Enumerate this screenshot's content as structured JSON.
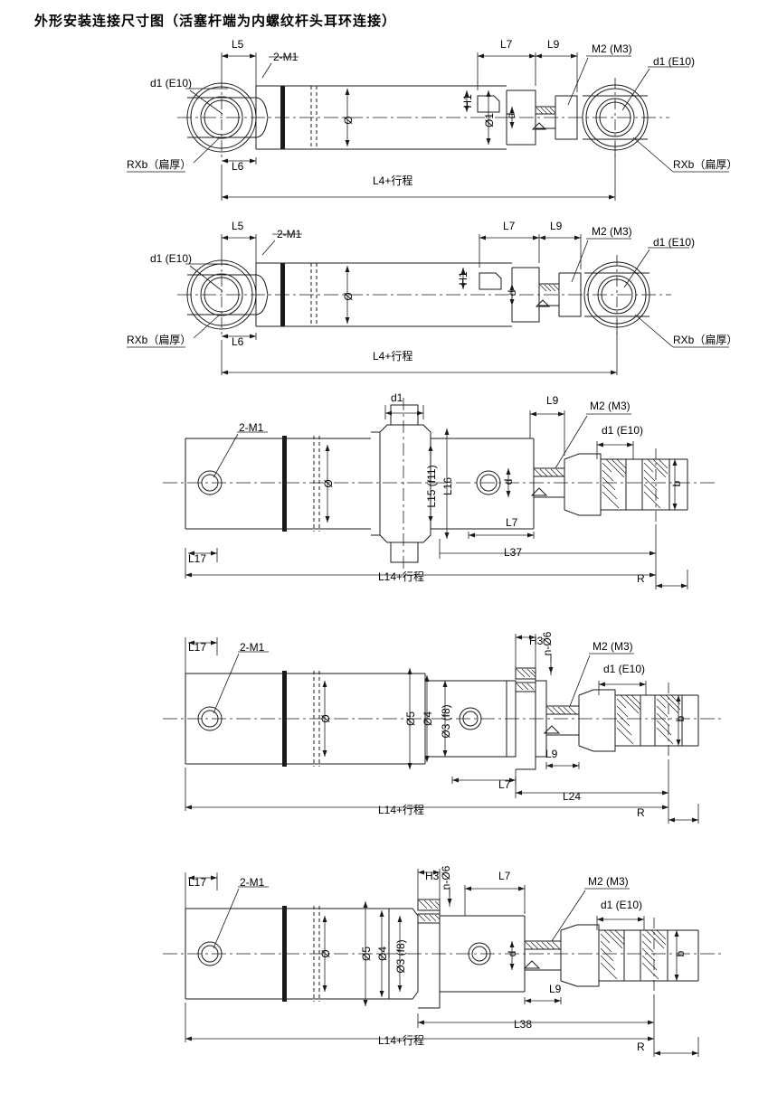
{
  "document": {
    "title": "外形安装连接尺寸图（活塞杆端为内螺纹杆头耳环连接）",
    "type": "engineering-dimension-drawing",
    "sheet_width": 849,
    "sheet_height": 1219,
    "line_color": "#1a1a1a",
    "background": "#ffffff"
  },
  "drawings": [
    {
      "id": "view-1",
      "name": "rear-eye-mount-cylinder-view-1",
      "description": "液压缸外形图 - 后端耳环、活塞杆端内螺纹杆头耳环连接",
      "labels": {
        "left_eye_bore": "d1 (E10)",
        "left_eye_thickness": "RXb（扁厚）",
        "dim_l5": "L5",
        "dim_l6": "L6",
        "port_thread": "2-M1",
        "barrel_dia": "Ø",
        "dim_h1": "H1",
        "rod_dia": "Ø1",
        "thread_minor": "d",
        "dim_l7": "L7",
        "dim_l9": "L9",
        "rod_thread": "M2 (M3)",
        "right_eye_bore": "d1 (E10)",
        "right_eye_thickness": "RXb（扁厚）",
        "overall": "L4+行程"
      }
    },
    {
      "id": "view-2",
      "name": "rear-eye-mount-cylinder-view-2",
      "description": "液压缸外形图 - 同上结构（无H1凸台剖视变体）",
      "labels": {
        "left_eye_bore": "d1 (E10)",
        "left_eye_thickness": "RXb（扁厚）",
        "dim_l5": "L5",
        "dim_l6": "L6",
        "port_thread": "2-M1",
        "barrel_dia": "Ø",
        "dim_h1": "H1",
        "thread_minor": "d",
        "dim_l7": "L7",
        "dim_l9": "L9",
        "rod_thread": "M2 (M3)",
        "right_eye_bore": "d1 (E10)",
        "right_eye_thickness": "RXb（扁厚）",
        "overall": "L4+行程"
      }
    },
    {
      "id": "view-3",
      "name": "trunnion-mount-cylinder-view-3",
      "description": "中间耳轴（trunnion）安装液压缸外形图",
      "labels": {
        "dim_l17": "L17",
        "port_thread": "2-M1",
        "barrel_dia": "Ø",
        "trunnion_dia": "d1",
        "dim_l15": "L15 (f11)",
        "dim_l16": "L16",
        "thread_minor": "d",
        "dim_l7": "L7",
        "dim_l9": "L9",
        "rod_thread": "M2 (M3)",
        "rod_eye_bore": "d1 (E10)",
        "eye_width": "b",
        "dim_l37": "L37",
        "dim_r": "R",
        "overall": "L14+行程"
      }
    },
    {
      "id": "view-4",
      "name": "front-flange-mount-cylinder-view-4",
      "description": "前法兰安装液压缸外形图（法兰孔 n-Ø6）",
      "labels": {
        "dim_l17": "L17",
        "port_thread": "2-M1",
        "barrel_dia": "Ø",
        "flange_od": "Ø5",
        "flange_bcd": "Ø4",
        "spigot_dia": "Ø3 (f8)",
        "dim_h3": "H3",
        "flange_holes": "n-Ø6",
        "dim_l7": "L7",
        "dim_l9": "L9",
        "rod_thread": "M2 (M3)",
        "rod_eye_bore": "d1 (E10)",
        "eye_width": "b",
        "dim_l24": "L24",
        "dim_r": "R",
        "overall": "L14+行程"
      }
    },
    {
      "id": "view-5",
      "name": "rear-flange-mount-cylinder-view-5",
      "description": "后法兰安装液压缸外形图（法兰孔 n-Ø6）",
      "labels": {
        "dim_l17": "L17",
        "port_thread": "2-M1",
        "barrel_dia": "Ø",
        "flange_od": "Ø5",
        "flange_bcd": "Ø4",
        "spigot_dia": "Ø3 (f8)",
        "dim_h3": "H3",
        "flange_holes": "n-Ø6",
        "thread_minor": "d",
        "dim_l7": "L7",
        "dim_l9": "L9",
        "rod_thread": "M2 (M3)",
        "rod_eye_bore": "d1 (E10)",
        "eye_width": "b",
        "dim_l38": "L38",
        "dim_r": "R",
        "overall": "L14+行程"
      }
    }
  ]
}
